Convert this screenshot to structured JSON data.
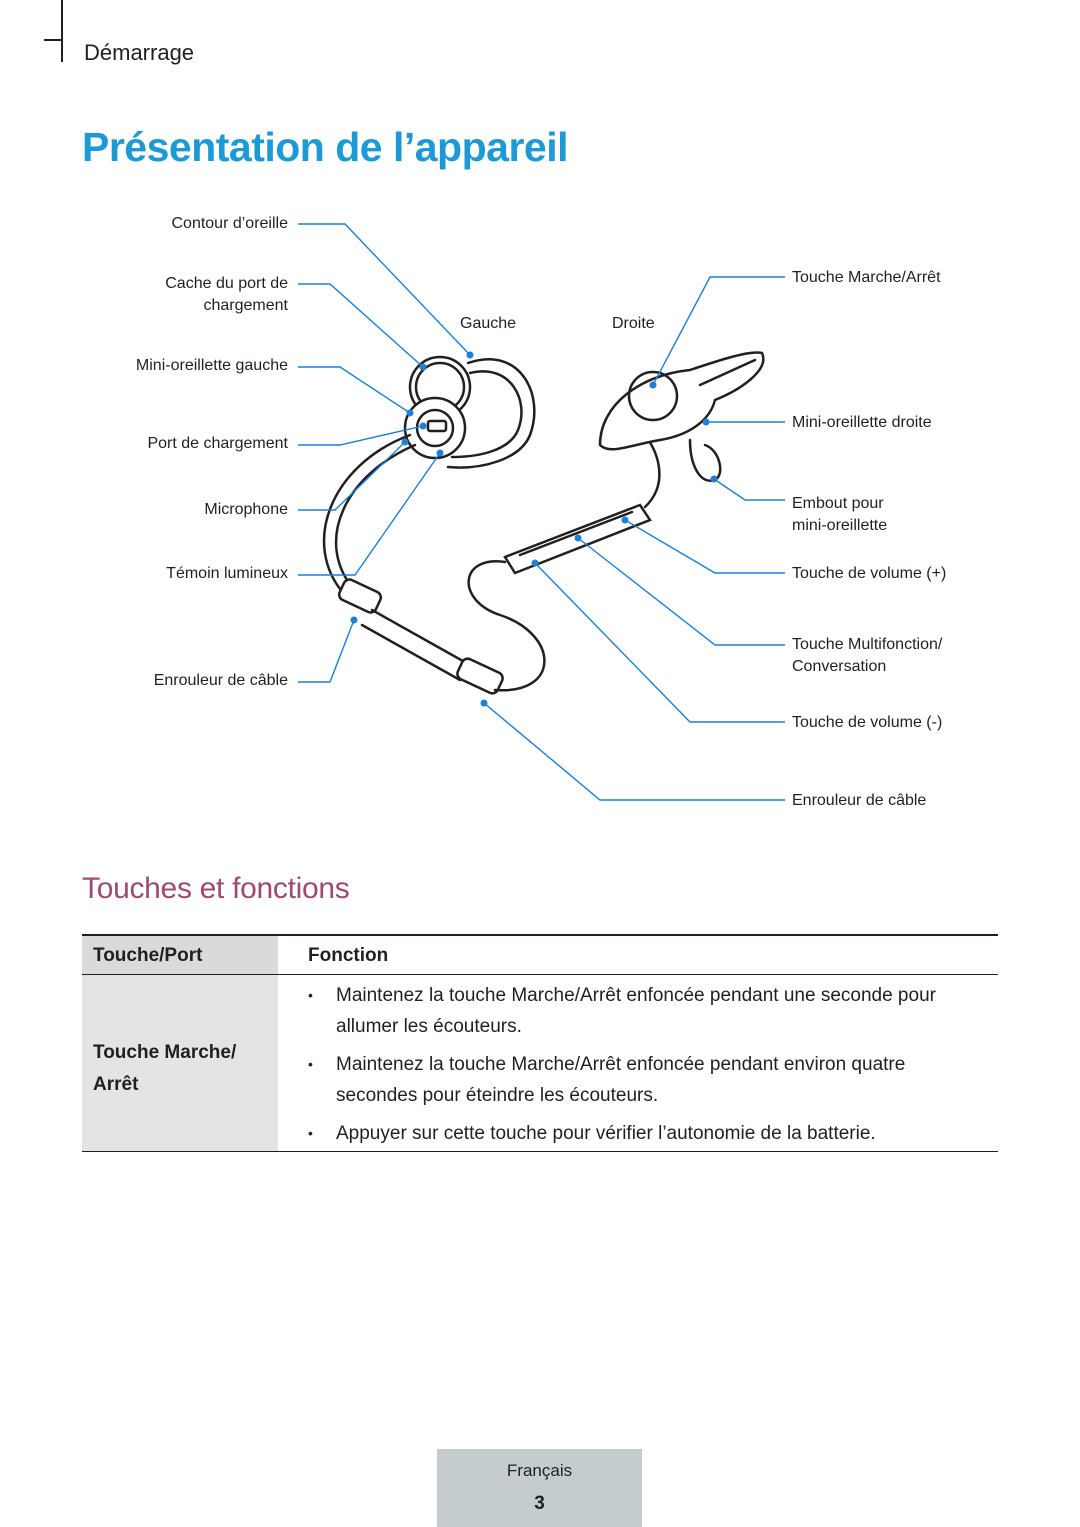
{
  "header": {
    "section": "Démarrage"
  },
  "title": "Présentation de l’appareil",
  "diagram": {
    "left_labels": {
      "contour": "Contour d’oreille",
      "cache_line1": "Cache du port de",
      "cache_line2": "chargement",
      "mini_gauche": "Mini-oreillette gauche",
      "port": "Port de chargement",
      "micro": "Microphone",
      "temoin": "Témoin lumineux",
      "enrouleur": "Enrouleur de câble"
    },
    "side_labels": {
      "gauche": "Gauche",
      "droite": "Droite"
    },
    "right_labels": {
      "marche": "Touche Marche/Arrêt",
      "mini_droite": "Mini-oreillette droite",
      "embout_line1": "Embout pour",
      "embout_line2": "mini-oreillette",
      "vol_plus": "Touche de volume (+)",
      "multi_line1": "Touche Multifonction/",
      "multi_line2": "Conversation",
      "vol_minus": "Touche de volume (-)",
      "enrouleur": "Enrouleur de câble"
    }
  },
  "subtitle": "Touches et fonctions",
  "table": {
    "headers": [
      "Touche/Port",
      "Fonction"
    ],
    "row_key_line1": "Touche Marche/",
    "row_key_line2": "Arrêt",
    "bullets": [
      "Maintenez la touche Marche/Arrêt enfoncée pendant une seconde pour allumer les écouteurs.",
      "Maintenez la touche Marche/Arrêt enfoncée pendant environ quatre secondes pour éteindre les écouteurs.",
      "Appuyer sur cette touche pour vérifier l’autonomie de la batterie."
    ]
  },
  "footer": {
    "language": "Français",
    "page": "3"
  },
  "colors": {
    "title": "#1d9ad6",
    "subtitle": "#9c4a73",
    "callout": "#1d7fd6"
  }
}
